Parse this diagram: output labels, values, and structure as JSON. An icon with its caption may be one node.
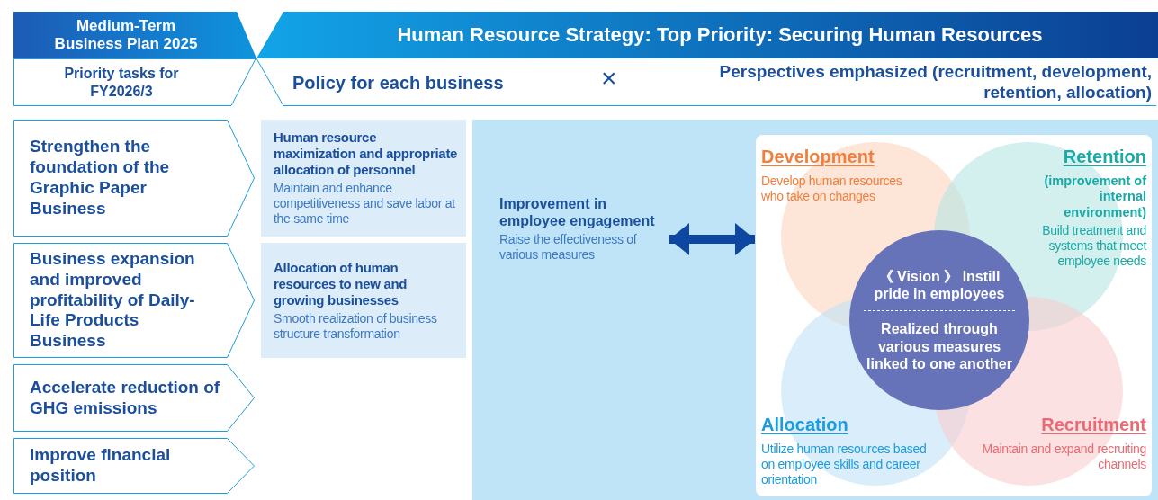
{
  "diagram": {
    "nodes": [
      {
        "text": [
          "Medium-Term Business Plan 2025"
        ]
      },
      {
        "text": [
          "Human Resource Strategy: Top Priority: Securing Human Resources"
        ]
      },
      {
        "text": [
          "Priority tasks for FY2026/3"
        ]
      },
      {
        "text": [
          "Policy for each business"
        ]
      },
      {
        "text": [
          "Perspectives emphasized (recruitment, development, retention, allocation)"
        ]
      },
      {
        "text": [
          "Strengthen the foundation of the Graphic Paper Business"
        ]
      },
      {
        "text": [
          "Business expansion and improved profitability of Daily-Life Products Business"
        ]
      },
      {
        "text": [
          "Accelerate reduction of GHG emissions"
        ]
      },
      {
        "text": [
          "Improve financial position"
        ]
      },
      {
        "text": [
          "Human resource maximization and appropriate allocation of personnel",
          "Maintain and enhance competitiveness and save labor at the same time"
        ]
      },
      {
        "text": [
          "Allocation of human resources to new and growing businesses",
          "Smooth realization of business structure transformation"
        ]
      },
      {
        "text": [
          "Improvement in employee engagement",
          "Raise the effectiveness of various measures"
        ]
      },
      {
        "text": [],
        "shape": "box"
      },
      {
        "text": [
          "Development",
          "Develop human resources who take on changes"
        ],
        "in": 12
      },
      {
        "text": [
          "Retention",
          "(improvement of internal environment)",
          "Build treatment and systems that meet employee needs"
        ],
        "in": 12
      },
      {
        "text": [
          "《 Vision 》 Instill pride in employees",
          "Realized through various measures linked to one another"
        ],
        "in": 12
      },
      {
        "text": [
          "Allocation",
          "Utilize human resources based on employee skills and career orientation"
        ],
        "in": 12
      },
      {
        "text": [
          "Recruitment",
          "Maintain and expand recruiting channels"
        ],
        "in": 12
      }
    ],
    "edges": [
      {
        "from": 11,
        "to": 12,
        "arrow": "both"
      }
    ],
    "labels": [
      "×"
    ]
  }
}
